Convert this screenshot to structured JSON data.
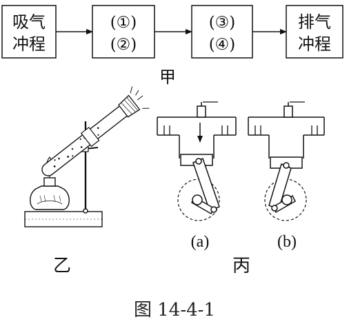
{
  "flow": {
    "box1": {
      "line1": "吸气",
      "line2": "冲程"
    },
    "box2": {
      "line1": "(①)",
      "line2": "(②)"
    },
    "box3": {
      "line1": "(③)",
      "line2": "(④)"
    },
    "box4": {
      "line1": "排气",
      "line2": "冲程"
    },
    "label": "甲"
  },
  "apparatus": {
    "label": "乙"
  },
  "engines": {
    "a_label": "(a)",
    "b_label": "(b)",
    "group_label": "丙"
  },
  "caption": "图 14-4-1"
}
